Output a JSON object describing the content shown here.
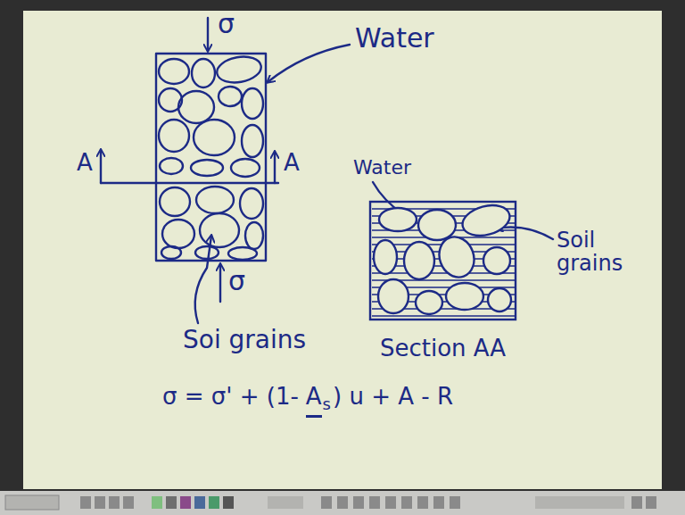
{
  "diagram": {
    "labels": [
      "σ",
      "A",
      "A",
      "Water",
      "Water",
      "σ",
      "Soil grains",
      "Soi grains",
      "Section AA",
      "σ = σ' + (1-",
      "A",
      "s",
      ") u + A - R"
    ]
  }
}
